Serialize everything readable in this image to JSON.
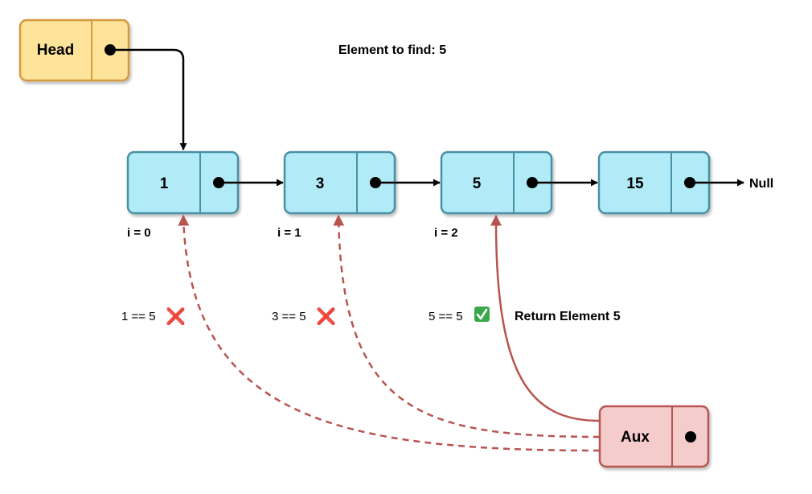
{
  "title": "Element to find: 5",
  "head": {
    "label": "Head"
  },
  "aux": {
    "label": "Aux"
  },
  "nodes": [
    {
      "value": "1",
      "index_label": "i = 0"
    },
    {
      "value": "3",
      "index_label": "i = 1"
    },
    {
      "value": "5",
      "index_label": "i = 2"
    },
    {
      "value": "15",
      "index_label": ""
    }
  ],
  "null_label": "Null",
  "comparisons": [
    {
      "text": "1 == 5",
      "mark": "❌",
      "mark_name": "cross-mark-icon"
    },
    {
      "text": "3 == 5",
      "mark": "❌",
      "mark_name": "cross-mark-icon"
    },
    {
      "text": "5 == 5",
      "mark": "✅",
      "mark_name": "check-mark-icon"
    }
  ],
  "return_label": "Return Element 5",
  "colors": {
    "node_fill": "#b1ebf7",
    "node_stroke": "#4a90a4",
    "head_fill": "#fde49a",
    "head_stroke": "#d59a3e",
    "aux_fill": "#f5cccc",
    "aux_stroke": "#b85450",
    "arrow": "#000000",
    "search_arrow": "#b85450"
  }
}
